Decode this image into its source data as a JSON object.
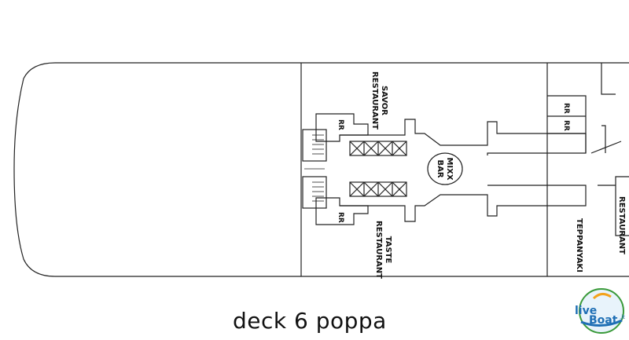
{
  "caption": "deck 6 poppa",
  "labels": {
    "savor": "SAVOR",
    "savor_sub": "RESTAURANT",
    "taste": "TASTE",
    "taste_sub": "RESTAURANT",
    "mixx": "MIXX",
    "mixx_sub": "BAR",
    "rr": "RR",
    "teppanyaki": "TEPPANYAKI",
    "restaurant_right": "RESTAURANT"
  },
  "logo": {
    "brand_1": "live",
    "brand_2": "Boat",
    "suffix": ".it"
  },
  "colors": {
    "line": "#222222",
    "logo_blue": "#1f6fb5",
    "logo_orange": "#f3a21b",
    "logo_green": "#3a9a3a"
  }
}
